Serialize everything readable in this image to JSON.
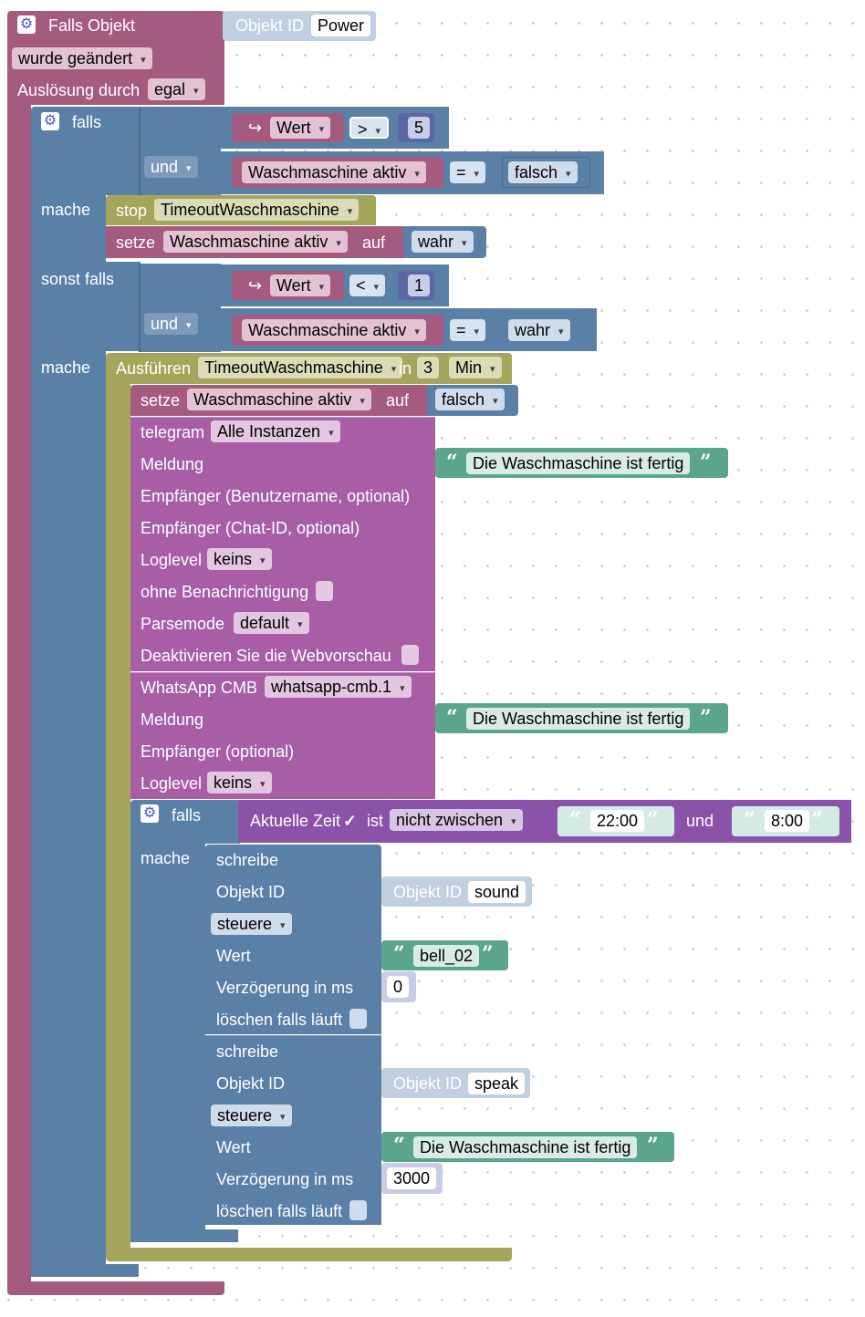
{
  "trigger": {
    "title": "Falls Objekt",
    "object_label": "Objekt ID",
    "object_value": "Power",
    "condition": "wurde geändert",
    "trigger_label": "Auslösung durch",
    "trigger_value": "egal"
  },
  "if_block": {
    "falls": "falls",
    "und1": "und",
    "wert1": "Wert",
    "op1": ">",
    "num1": "5",
    "var1": "Waschmaschine aktiv",
    "eq1": "=",
    "bool1": "falsch",
    "mache1": "mache",
    "stop_label": "stop",
    "stop_value": "TimeoutWaschmaschine",
    "setze1": "setze",
    "setze1_var": "Waschmaschine aktiv",
    "auf1": "auf",
    "setze1_val": "wahr",
    "sonst_falls": "sonst falls",
    "und2": "und",
    "wert2": "Wert",
    "op2": "<",
    "num2": "1",
    "var2": "Waschmaschine aktiv",
    "eq2": "=",
    "bool2": "wahr",
    "mache2": "mache"
  },
  "timeout": {
    "label": "Ausführen",
    "name": "TimeoutWaschmaschine",
    "in": "in",
    "value": "3",
    "unit": "Min"
  },
  "setze2": {
    "label": "setze",
    "var": "Waschmaschine aktiv",
    "auf": "auf",
    "value": "falsch"
  },
  "telegram": {
    "label": "telegram",
    "instance": "Alle Instanzen",
    "meldung": "Meldung",
    "message": "Die Waschmaschine ist fertig",
    "user": "Empfänger (Benutzername, optional)",
    "chat": "Empfänger (Chat-ID, optional)",
    "loglevel": "Loglevel",
    "loglevel_value": "keins",
    "silent": "ohne Benachrichtigung",
    "parsemode": "Parsemode",
    "parsemode_value": "default",
    "preview": "Deaktivieren Sie die Webvorschau"
  },
  "whatsapp": {
    "label": "WhatsApp CMB",
    "instance": "whatsapp-cmb.1",
    "meldung": "Meldung",
    "message": "Die Waschmaschine ist fertig",
    "recipient": "Empfänger (optional)",
    "loglevel": "Loglevel",
    "loglevel_value": "keins"
  },
  "time_if": {
    "falls": "falls",
    "current_time": "Aktuelle Zeit",
    "check": "✓",
    "ist": "ist",
    "op": "nicht zwischen",
    "from": "22:00",
    "und": "und",
    "to": "8:00",
    "mache": "mache"
  },
  "write1": {
    "label": "schreibe",
    "obj_label": "Objekt ID",
    "obj_prefix": "Objekt ID",
    "obj_value": "sound",
    "mode": "steuere",
    "wert": "Wert",
    "value": "bell_02",
    "delay_label": "Verzögerung in ms",
    "delay": "0",
    "clear": "löschen falls läuft"
  },
  "write2": {
    "label": "schreibe",
    "obj_label": "Objekt ID",
    "obj_prefix": "Objekt ID",
    "obj_value": "speak",
    "mode": "steuere",
    "wert": "Wert",
    "value": "Die Waschmaschine ist fertig",
    "delay_label": "Verzögerung in ms",
    "delay": "3000",
    "clear": "löschen falls läuft"
  },
  "colors": {
    "trigger": "#a55b80",
    "logic": "#5b80a5",
    "timer": "#a5a55b",
    "variable": "#a55b80",
    "telegram": "#a75ea5",
    "text": "#5ba58c",
    "time": "#8a52a8",
    "object": "#c0d0e0"
  }
}
